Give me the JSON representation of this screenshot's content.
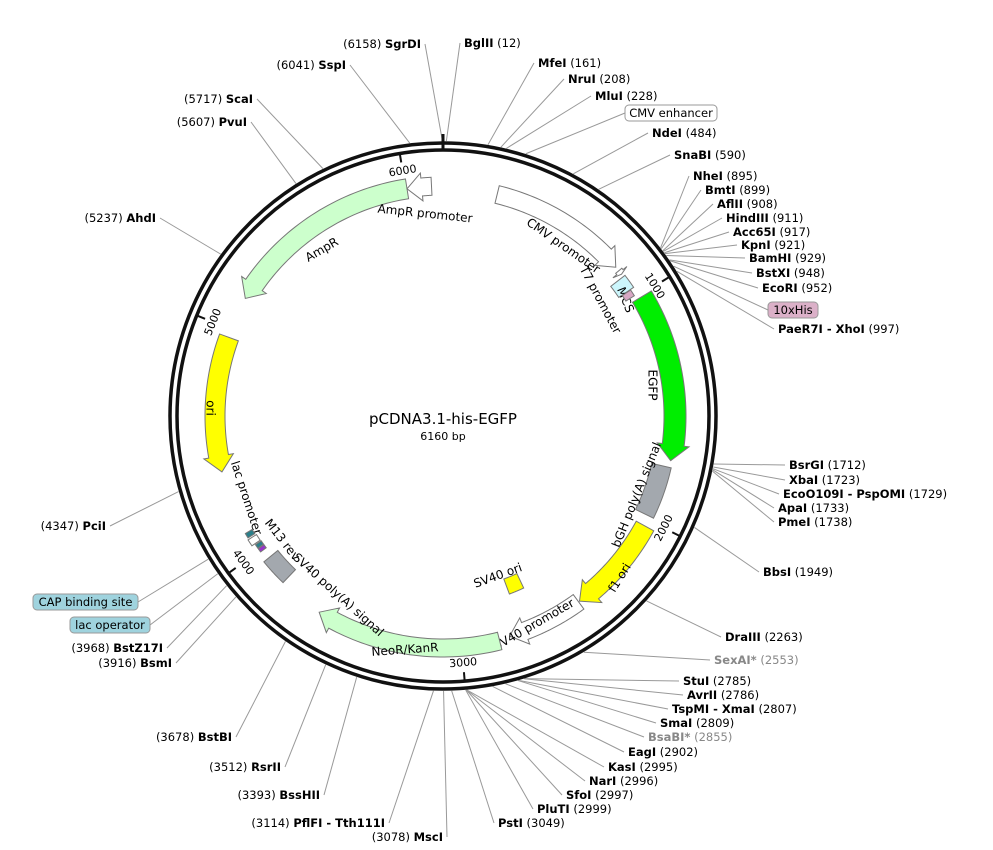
{
  "plasmid": {
    "name": "pCDNA3.1-his-EGFP",
    "size_label": "6160 bp",
    "length_bp": 6160
  },
  "ticks": [
    1000,
    2000,
    3000,
    4000,
    5000,
    6000
  ],
  "features": [
    {
      "name": "CMV promoter",
      "start": 235,
      "end": 843,
      "dir": 1,
      "fill": "#ffffff",
      "label": true
    },
    {
      "name": "T7 promoter",
      "start": 863,
      "end": 882,
      "dir": 1,
      "fill": "#ffffff",
      "label": true
    },
    {
      "name": "MCS",
      "start": 895,
      "end": 958,
      "dir": 0,
      "fill": "#ccf6fc",
      "label": true
    },
    {
      "name": "10xHis",
      "start": 960,
      "end": 990,
      "dir": 0,
      "fill": "#d7a7c4",
      "label": false
    },
    {
      "name": "EGFP",
      "start": 1010,
      "end": 1730,
      "dir": 1,
      "fill": "#00ee00",
      "label": true
    },
    {
      "name": "bGH poly(A) signal",
      "start": 1759,
      "end": 1983,
      "dir": 0,
      "fill": "#a3a8ae",
      "label": true
    },
    {
      "name": "f1 ori",
      "start": 2029,
      "end": 2457,
      "dir": 1,
      "fill": "#ffff00",
      "label": true
    },
    {
      "name": "SV40 promoter",
      "start": 2462,
      "end": 2792,
      "dir": 1,
      "fill": "#ffffff",
      "label": true
    },
    {
      "name": "SV40 ori",
      "start": 2650,
      "end": 2730,
      "dir": 0,
      "fill": "#ffff00",
      "label": true
    },
    {
      "name": "NeoR/KanR",
      "start": 2838,
      "end": 3632,
      "dir": 1,
      "fill": "#ccffcc",
      "label": true
    },
    {
      "name": "SV40 poly(A) signal",
      "start": 3830,
      "end": 3950,
      "dir": 0,
      "fill": "#a3a8ae",
      "label": true
    },
    {
      "name": "M13 rev",
      "start": 3992,
      "end": 4009,
      "dir": 0,
      "fill": "#9933cc",
      "label": true
    },
    {
      "name": "lac operator",
      "start": 4012,
      "end": 4030,
      "dir": 0,
      "fill": "#2a7f8a",
      "label": false
    },
    {
      "name": "lac promoter",
      "start": 4035,
      "end": 4065,
      "dir": 0,
      "fill": "#ffffff",
      "label": true
    },
    {
      "name": "CAP binding site",
      "start": 4072,
      "end": 4094,
      "dir": 0,
      "fill": "#2a7f8a",
      "label": false
    },
    {
      "name": "ori",
      "start": 4377,
      "end": 4965,
      "dir": -1,
      "fill": "#ffff00",
      "label": true
    },
    {
      "name": "AmpR",
      "start": 5146,
      "end": 6006,
      "dir": -1,
      "fill": "#ccffcc",
      "label": true
    },
    {
      "name": "AmpR promoter",
      "start": 6006,
      "end": 6111,
      "dir": -1,
      "fill": "#ffffff",
      "label": true
    }
  ],
  "boxed_labels": [
    {
      "name": "CMV enhancer",
      "pos": 300,
      "fill": "#ffffff"
    },
    {
      "name": "10xHis",
      "pos": 975,
      "fill": "#dbb0c8"
    },
    {
      "name": "CAP binding site",
      "pos": 4083,
      "fill": "#9fd3de"
    },
    {
      "name": "lac operator",
      "pos": 4021,
      "fill": "#9fd3de"
    }
  ],
  "sites": [
    {
      "name": "BglII",
      "pos": 12
    },
    {
      "name": "MfeI",
      "pos": 161
    },
    {
      "name": "NruI",
      "pos": 208
    },
    {
      "name": "MluI",
      "pos": 228
    },
    {
      "name": "NdeI",
      "pos": 484
    },
    {
      "name": "SnaBI",
      "pos": 590
    },
    {
      "name": "NheI",
      "pos": 895
    },
    {
      "name": "BmtI",
      "pos": 899
    },
    {
      "name": "AflII",
      "pos": 908
    },
    {
      "name": "HindIII",
      "pos": 911
    },
    {
      "name": "Acc65I",
      "pos": 917
    },
    {
      "name": "KpnI",
      "pos": 921
    },
    {
      "name": "BamHI",
      "pos": 929
    },
    {
      "name": "BstXI",
      "pos": 948
    },
    {
      "name": "EcoRI",
      "pos": 952
    },
    {
      "name": "PaeR7I - XhoI",
      "pos": 997
    },
    {
      "name": "BsrGI",
      "pos": 1712
    },
    {
      "name": "XbaI",
      "pos": 1723
    },
    {
      "name": "EcoO109I - PspOMI",
      "pos": 1729
    },
    {
      "name": "ApaI",
      "pos": 1733
    },
    {
      "name": "PmeI",
      "pos": 1738
    },
    {
      "name": "BbsI",
      "pos": 1949
    },
    {
      "name": "DraIII",
      "pos": 2263
    },
    {
      "name": "SexAI*",
      "pos": 2553,
      "dim": true
    },
    {
      "name": "StuI",
      "pos": 2785
    },
    {
      "name": "AvrII",
      "pos": 2786
    },
    {
      "name": "TspMI - XmaI",
      "pos": 2807
    },
    {
      "name": "SmaI",
      "pos": 2809
    },
    {
      "name": "BsaBI*",
      "pos": 2855,
      "dim": true
    },
    {
      "name": "EagI",
      "pos": 2902
    },
    {
      "name": "KasI",
      "pos": 2995
    },
    {
      "name": "NarI",
      "pos": 2996
    },
    {
      "name": "SfoI",
      "pos": 2997
    },
    {
      "name": "PluTI",
      "pos": 2999
    },
    {
      "name": "PstI",
      "pos": 3049
    },
    {
      "name": "MscI",
      "pos": 3078
    },
    {
      "name": "PflFI - Tth111I",
      "pos": 3114
    },
    {
      "name": "BssHII",
      "pos": 3393
    },
    {
      "name": "RsrII",
      "pos": 3512
    },
    {
      "name": "BstBI",
      "pos": 3678
    },
    {
      "name": "BstZ17I",
      "pos": 3968
    },
    {
      "name": "BsmI",
      "pos": 3916
    },
    {
      "name": "PciI",
      "pos": 4347
    },
    {
      "name": "AhdI",
      "pos": 5237
    },
    {
      "name": "PvuI",
      "pos": 5607
    },
    {
      "name": "ScaI",
      "pos": 5717
    },
    {
      "name": "SspI",
      "pos": 6041
    },
    {
      "name": "SgrDI",
      "pos": 6158
    }
  ]
}
